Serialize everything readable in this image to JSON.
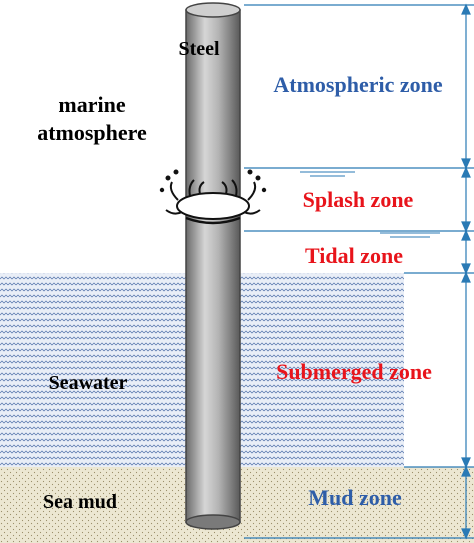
{
  "labels": {
    "steel": "Steel",
    "marine_atmosphere_line1": "marine",
    "marine_atmosphere_line2": "atmosphere",
    "seawater": "Seawater",
    "sea_mud": "Sea mud"
  },
  "zones": {
    "atmospheric": "Atmospheric zone",
    "splash": "Splash zone",
    "tidal": "Tidal zone",
    "submerged": "Submerged zone",
    "mud": "Mud zone"
  },
  "colors": {
    "zone_blue": "#2e5da8",
    "zone_red": "#e8141b",
    "seawater_fill": "#e9eef7",
    "seawater_texture": "#4f6fa8",
    "mud_fill": "#ece7d2",
    "mud_texture": "#9a8f6a",
    "bracket": "#2a7ab5"
  }
}
